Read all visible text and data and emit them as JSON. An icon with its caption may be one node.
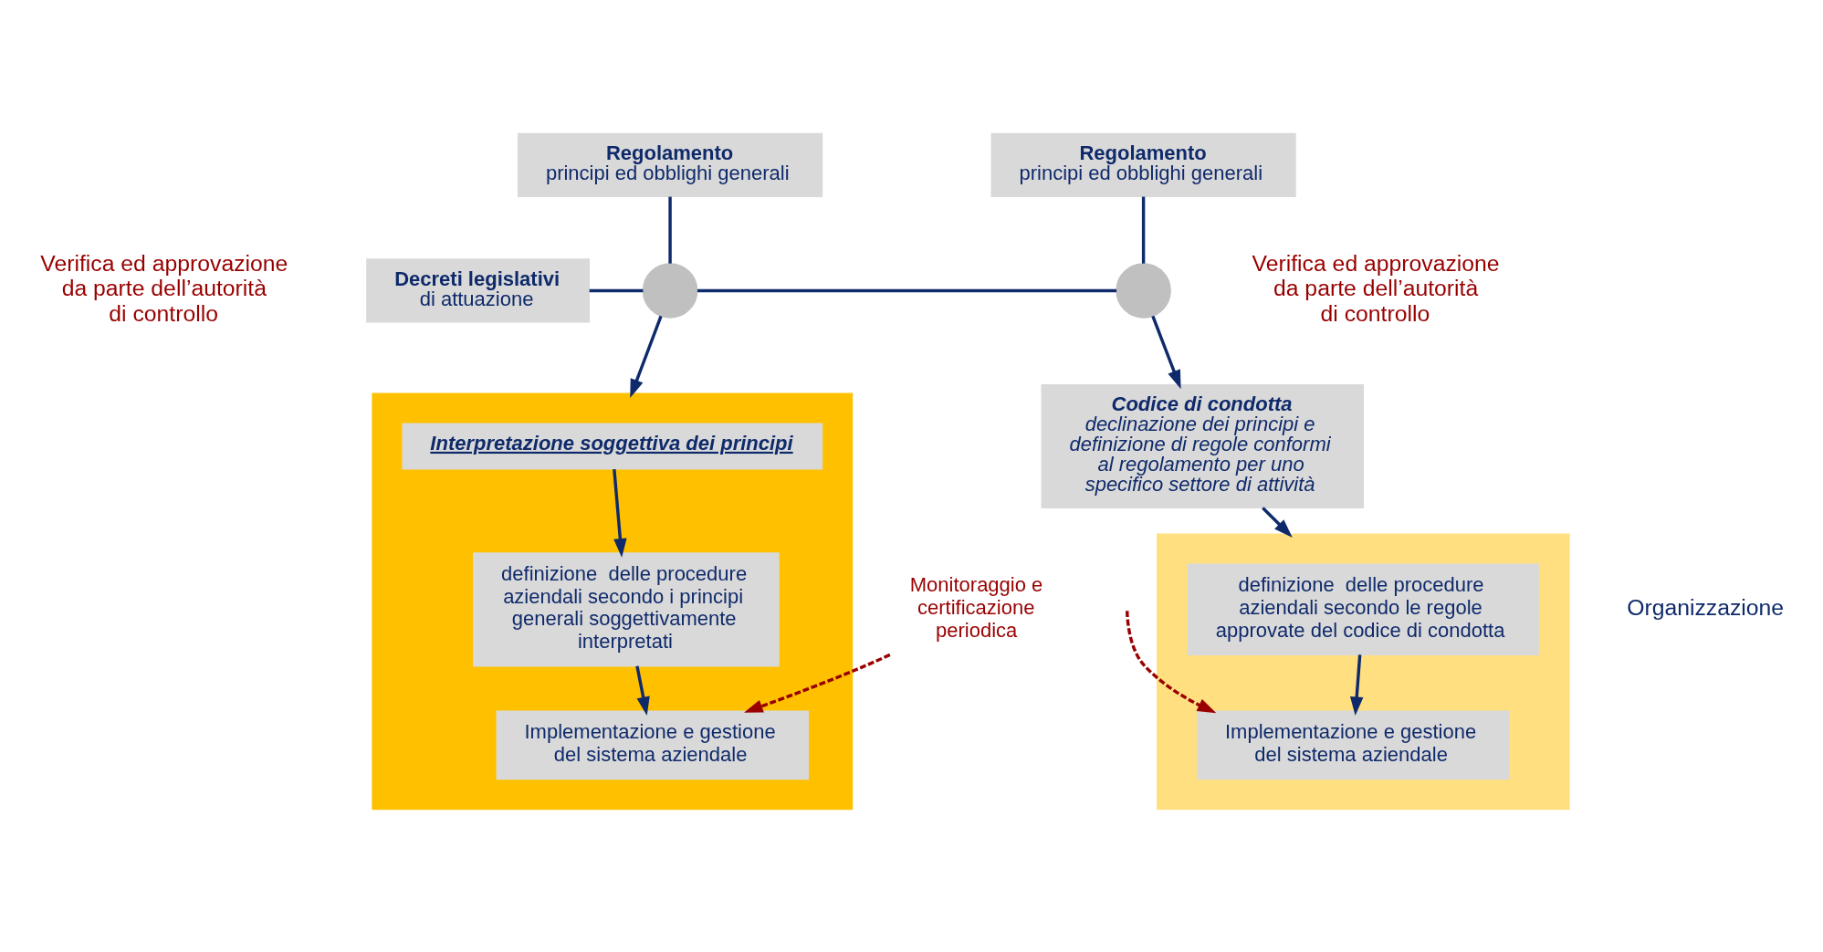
{
  "diagram": {
    "nodes": [
      {
        "text": [
          "Regolamento",
          "principi ed obblighi generali"
        ]
      },
      {
        "text": [
          "Decreti legislativi",
          "di attuazione"
        ]
      },
      {
        "text": [],
        "shape": "circle"
      },
      {
        "text": [
          "Regolamento",
          "principi ed obblighi generali"
        ]
      },
      {
        "text": [],
        "shape": "circle"
      },
      {
        "text": [
          "Codice di condotta",
          "declinazione dei principi e definizione di regole conformi al regolamento per uno specifico settore di attività"
        ]
      },
      {
        "text": [],
        "shape": "box"
      },
      {
        "text": [
          "Interpretazione soggettiva dei principi"
        ],
        "in": 6
      },
      {
        "text": [
          "definizione  delle procedure aziendali secondo i principi generali soggettivamente interpretati"
        ],
        "in": 6
      },
      {
        "text": [
          "Implementazione e gestione del sistema aziendale"
        ],
        "in": 6
      },
      {
        "text": [],
        "shape": "box"
      },
      {
        "text": [
          "definizione  delle procedure aziendali secondo le regole approvate del codice di condotta"
        ],
        "in": 10
      },
      {
        "text": [
          "Implementazione e gestione del sistema aziendale"
        ],
        "in": 10
      },
      {
        "text": [
          "Monitoraggio e certificazione periodica"
        ]
      }
    ],
    "edges": [
      {
        "from": 0,
        "to": 2,
        "arrow": "none"
      },
      {
        "from": 1,
        "to": 2,
        "arrow": "none"
      },
      {
        "from": 2,
        "to": 4,
        "arrow": "none"
      },
      {
        "from": 3,
        "to": 4,
        "arrow": "none"
      },
      {
        "from": 2,
        "to": 6,
        "arrow": "to"
      },
      {
        "from": 4,
        "to": 5,
        "arrow": "to"
      },
      {
        "from": 7,
        "to": 8,
        "arrow": "to"
      },
      {
        "from": 8,
        "to": 9,
        "arrow": "to"
      },
      {
        "from": 5,
        "to": 10,
        "arrow": "to"
      },
      {
        "from": 11,
        "to": 12,
        "arrow": "to"
      },
      {
        "from": 13,
        "to": 9,
        "arrow": "to",
        "style": "dashed",
        "color": "#990000"
      },
      {
        "from": null,
        "to": 12,
        "arrow": "to",
        "style": "dashed",
        "color": "#990000"
      }
    ],
    "labels": [
      "Verifica ed approvazione da parte dell’autorità di controllo",
      "Organizzazione",
      "Verifica ed approvazione da parte dell’autorità di controllo"
    ]
  }
}
